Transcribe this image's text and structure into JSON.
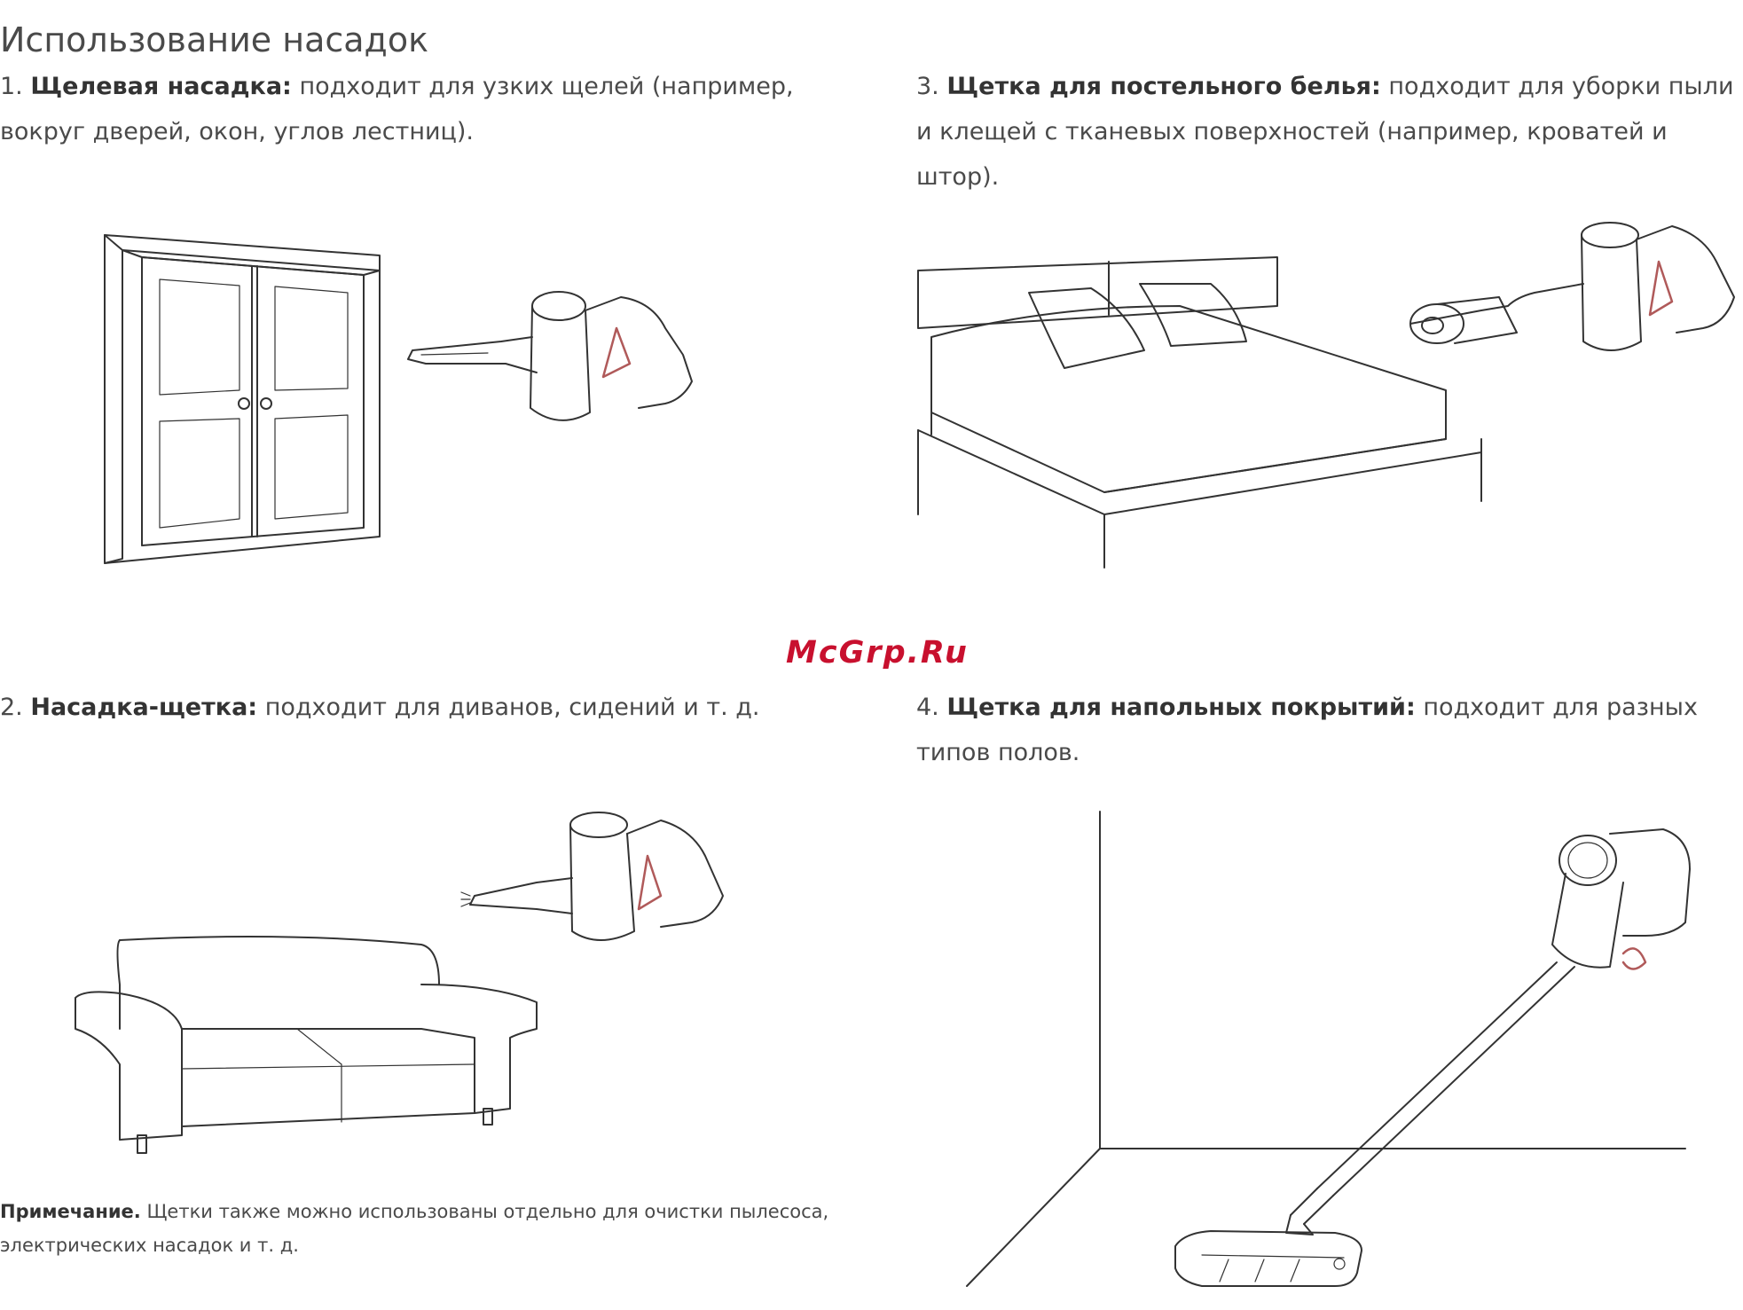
{
  "page": {
    "title": "Использование насадок"
  },
  "sections": [
    {
      "number": "1.",
      "name": "Щелевая насадка:",
      "description": "подходит для узких щелей (например, вокруг дверей, окон, углов лестниц)."
    },
    {
      "number": "2.",
      "name": "Насадка-щетка:",
      "description": "подходит для диванов, сидений и т. д."
    },
    {
      "number": "3.",
      "name": "Щетка для постельного белья:",
      "description": "подходит для уборки пыли и клещей с тканевых поверхностей (например, кроватей и штор)."
    },
    {
      "number": "4.",
      "name": "Щетка для напольных покрытий:",
      "description": "подходит для разных типов полов."
    }
  ],
  "note": {
    "label": "Примечание.",
    "text": "Щетки также можно использованы отдельно для очистки пылесоса, электрических насадок и т. д."
  },
  "watermark": {
    "text": "McGrp.Ru",
    "color": "#c8102e"
  },
  "colors": {
    "line": "#333333",
    "accent": "#b05a5a"
  }
}
